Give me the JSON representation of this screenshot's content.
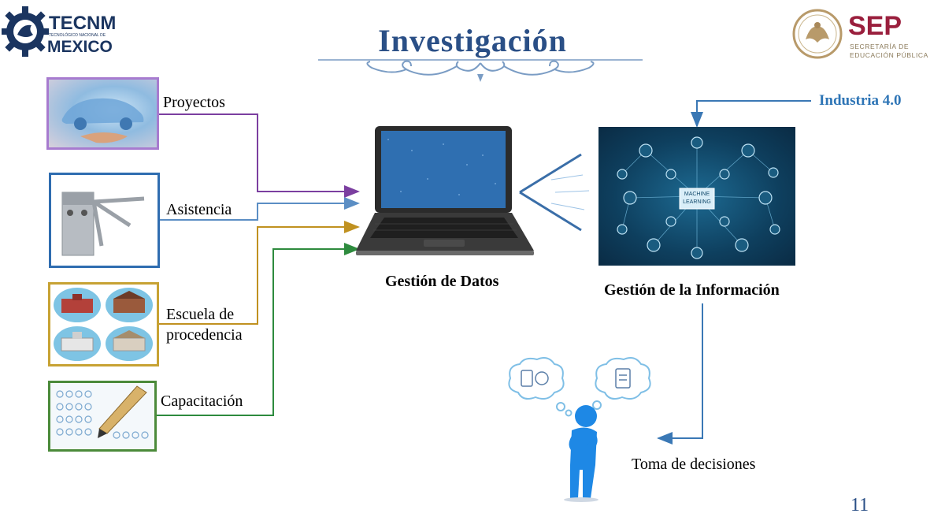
{
  "slide": {
    "title": "Investigación",
    "page_number": "11"
  },
  "logos": {
    "left": {
      "name": "TECNM",
      "tagline": "TECNOLÓGICO NACIONAL DE",
      "country": "MEXICO"
    },
    "right": {
      "name": "SEP",
      "line1": "SECRETARÍA DE",
      "line2": "EDUCACIÓN PÚBLICA"
    }
  },
  "inputs": [
    {
      "label": "Proyectos",
      "color": "#7b3fa0"
    },
    {
      "label": "Asistencia",
      "color": "#5b8ec4"
    },
    {
      "label": "Escuela de",
      "label2": "procedencia",
      "color": "#c09120"
    },
    {
      "label": "Capacitación",
      "color": "#2e8b3e"
    }
  ],
  "hub": {
    "caption": "Gestión de Datos"
  },
  "info": {
    "caption": "Gestión de la Información",
    "panel_line1": "MACHINE",
    "panel_line2": "LEARNING"
  },
  "industry_label": "Industria 4.0",
  "decision_label": "Toma de decisiones",
  "colors": {
    "title": "#2a4f86",
    "industry": "#2e75b6",
    "arrow_blue": "#3a78b5",
    "figure": "#1e88e5"
  }
}
